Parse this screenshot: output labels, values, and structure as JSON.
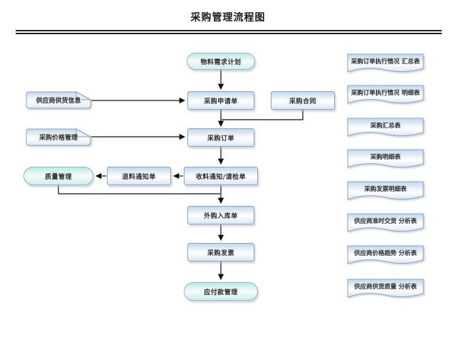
{
  "title": "采购管理流程图",
  "flow": {
    "nodes": [
      {
        "id": "material-plan",
        "label": "物料需求计划",
        "type": "pill"
      },
      {
        "id": "purchase-request",
        "label": "采购申请单",
        "type": "rect"
      },
      {
        "id": "purchase-contract",
        "label": "采购合同",
        "type": "rect"
      },
      {
        "id": "supplier-supply-info",
        "label": "供应商供货信息",
        "type": "note"
      },
      {
        "id": "price-management",
        "label": "采购价格管理",
        "type": "note"
      },
      {
        "id": "purchase-order",
        "label": "采购订单",
        "type": "rect"
      },
      {
        "id": "quality-management",
        "label": "质量管理",
        "type": "pill"
      },
      {
        "id": "return-notice",
        "label": "退料通知单",
        "type": "rect"
      },
      {
        "id": "receiving-notice",
        "label": "收料通知/请检单",
        "type": "rect"
      },
      {
        "id": "warehouse-entry",
        "label": "外购入库单",
        "type": "rect"
      },
      {
        "id": "purchase-invoice",
        "label": "采购发票",
        "type": "rect"
      },
      {
        "id": "payable-management",
        "label": "应付款管理",
        "type": "pill"
      }
    ],
    "edges": [
      {
        "from": "material-plan",
        "to": "purchase-request"
      },
      {
        "from": "supplier-supply-info",
        "to": "purchase-request"
      },
      {
        "from": "purchase-request",
        "to": "purchase-order"
      },
      {
        "from": "purchase-contract",
        "to": "purchase-order"
      },
      {
        "from": "price-management",
        "to": "purchase-order"
      },
      {
        "from": "purchase-order",
        "to": "receiving-notice"
      },
      {
        "from": "receiving-notice",
        "to": "return-notice"
      },
      {
        "from": "return-notice",
        "to": "quality-management"
      },
      {
        "from": "receiving-notice",
        "to": "warehouse-entry"
      },
      {
        "from": "quality-management",
        "to": "warehouse-entry"
      },
      {
        "from": "warehouse-entry",
        "to": "purchase-invoice"
      },
      {
        "from": "purchase-invoice",
        "to": "payable-management"
      }
    ]
  },
  "reports": [
    {
      "label": "采购订单执行情况 汇总表"
    },
    {
      "label": "采购订单执行情况 明细表"
    },
    {
      "label": "采购汇总表"
    },
    {
      "label": "采购明细表"
    },
    {
      "label": "采购发票明细表"
    },
    {
      "label": "供应商准时交货 分析表"
    },
    {
      "label": "供应商价格趋势 分析表"
    },
    {
      "label": "供应商供货质量 分析表"
    }
  ],
  "colors": {
    "rect_border": "#8ba3bd",
    "rect_fill_top": "#c2d7eb",
    "pill_fill_top": "#b9e9e4",
    "pill_border": "#93b6bd",
    "arrow": "#111111",
    "text": "#2a2a2a",
    "background": "#ffffff"
  }
}
